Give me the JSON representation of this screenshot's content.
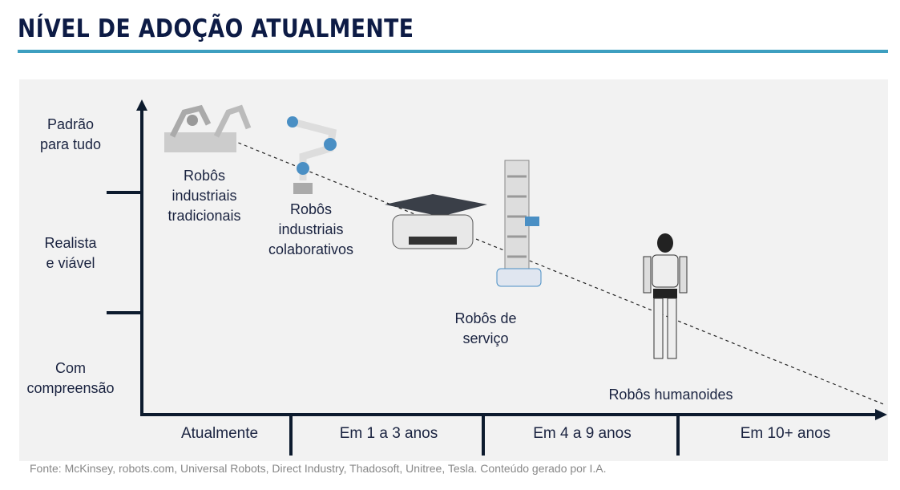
{
  "title": "NÍVEL DE ADOÇÃO ATUALMENTE",
  "y_levels": [
    {
      "line1": "Padrão",
      "line2": "para tudo"
    },
    {
      "line1": "Realista",
      "line2": "e viável"
    },
    {
      "line1": "Com",
      "line2": "compreensão"
    }
  ],
  "x_periods": [
    "Atualmente",
    "Em 1 a 3 anos",
    "Em 4 a 9 anos",
    "Em 10+ anos"
  ],
  "robots": [
    {
      "lines": [
        "Robôs",
        "industriais",
        "tradicionais"
      ]
    },
    {
      "lines": [
        "Robôs",
        "industriais",
        "colaborativos"
      ]
    },
    {
      "lines": [
        "Robôs de",
        "serviço"
      ]
    },
    {
      "lines": [
        "Robôs humanoides"
      ]
    }
  ],
  "footer": "Fonte: McKinsey, robots.com, Universal Robots, Direct Industry, Thadosoft, Unitree, Tesla. Conteúdo gerado por I.A.",
  "colors": {
    "title": "#0d1b45",
    "accent": "#3d9fc0",
    "axis": "#0d1b2e",
    "panel": "#f2f2f2"
  }
}
